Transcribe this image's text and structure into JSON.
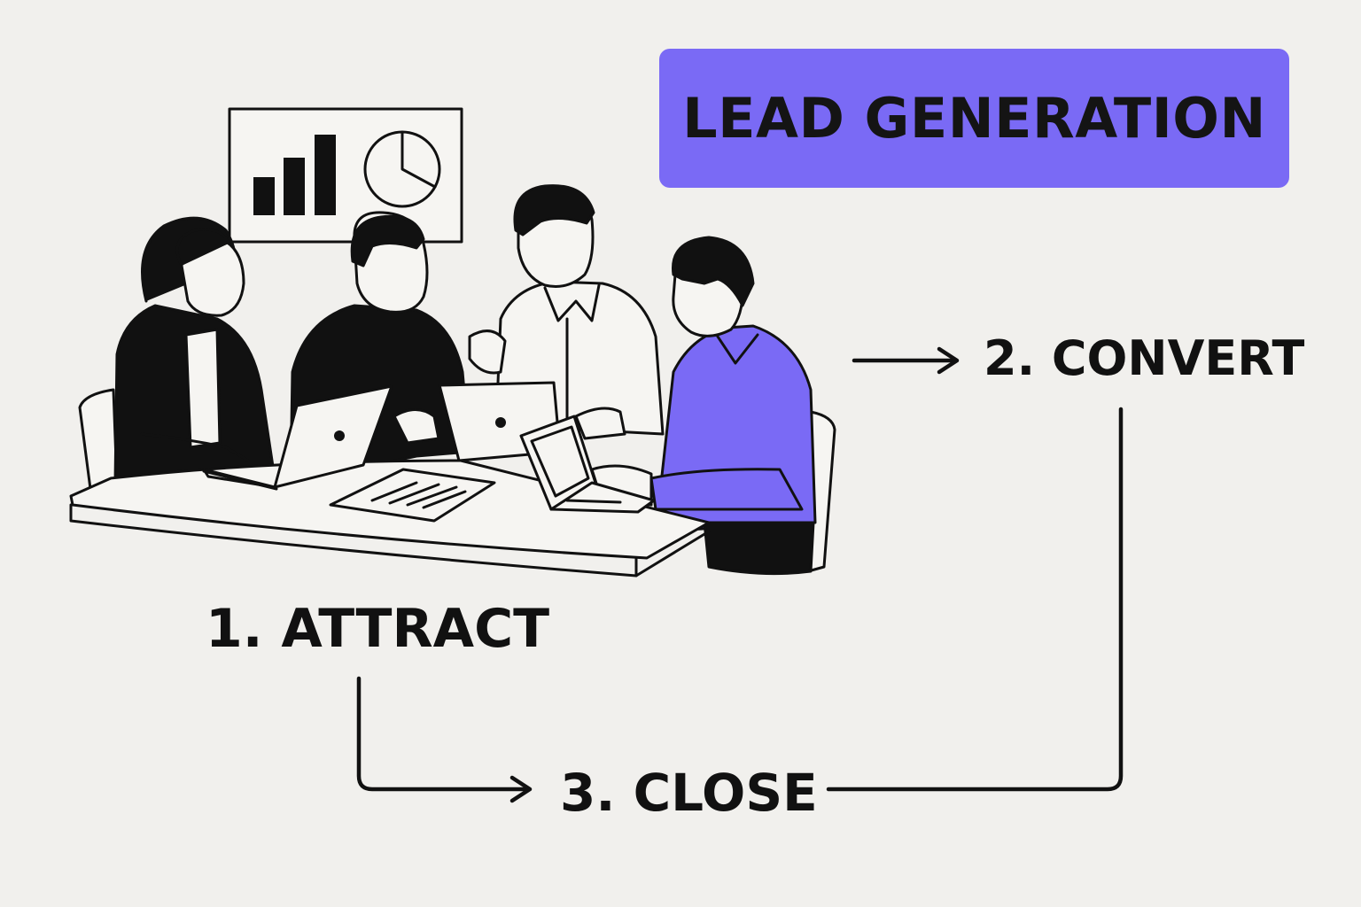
{
  "diagram": {
    "title": "LEAD GENERATION",
    "steps": [
      {
        "label": "1. ATTRACT"
      },
      {
        "label": "2. CONVERT"
      },
      {
        "label": "3. CLOSE"
      }
    ]
  },
  "colors": {
    "background": "#f1f0ed",
    "accent": "#7a6af5",
    "ink": "#111111",
    "paper": "#f6f5f2"
  },
  "icons": [
    "bar-chart-icon",
    "pie-chart-icon",
    "laptop-icon",
    "document-icon",
    "arrow-right-icon"
  ]
}
